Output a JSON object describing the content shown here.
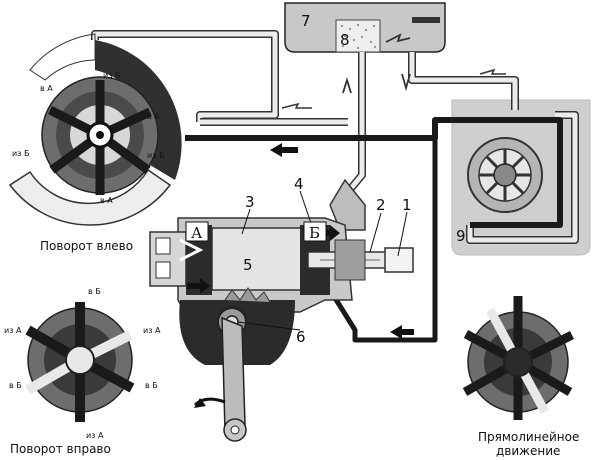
{
  "labels": {
    "n1": "1",
    "n2": "2",
    "n3": "3",
    "n4": "4",
    "n5": "5",
    "n6": "6",
    "n7": "7",
    "n8": "8",
    "n9": "9",
    "chamber_a": "А",
    "chamber_b": "Б"
  },
  "port_labels": {
    "from_b": "из Б",
    "from_a": "из А",
    "to_a": "в А",
    "to_b": "в Б"
  },
  "captions": {
    "turn_left": "Поворот влево",
    "turn_right": "Поворот вправо",
    "straight_line1": "Прямолинейное",
    "straight_line2": "движение"
  },
  "colors": {
    "pressure_line": "#1a1a1a",
    "return_line": "#e8e8e8",
    "housing": "#c4c4c4",
    "dark_part": "#2b2b2b"
  }
}
